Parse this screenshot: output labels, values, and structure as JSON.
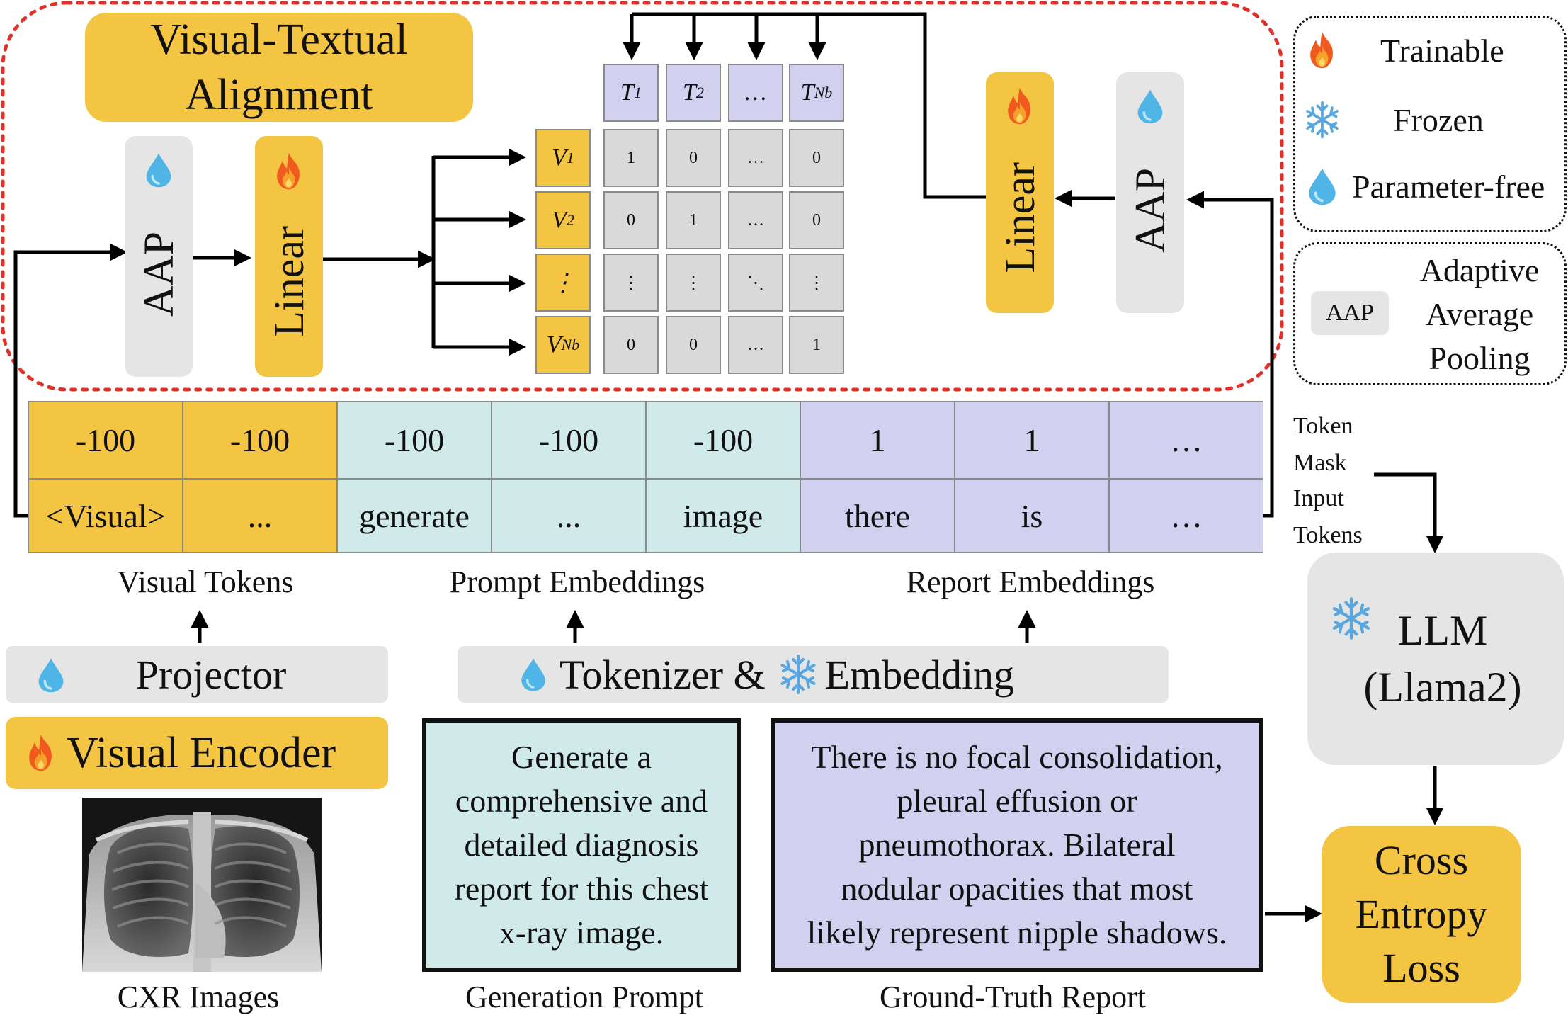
{
  "alignment": {
    "title": "Visual-Textual Alignment",
    "aap_left": "AAP",
    "linear_left": "Linear",
    "linear_right": "Linear",
    "aap_right": "AAP",
    "matrix": {
      "col_headers": [
        "T1",
        "T2",
        "…",
        "TNb"
      ],
      "row_headers": [
        "V1",
        "V2",
        "⋮",
        "VNb"
      ],
      "cells": [
        [
          "1",
          "0",
          "…",
          "0"
        ],
        [
          "0",
          "1",
          "…",
          "0"
        ],
        [
          "⋮",
          "⋮",
          "⋱",
          "⋮"
        ],
        [
          "0",
          "0",
          "…",
          "1"
        ]
      ]
    }
  },
  "legend": {
    "trainable": "Trainable",
    "frozen": "Frozen",
    "parameter_free": "Parameter-free",
    "aap_badge": "AAP",
    "aap_description": [
      "Adaptive",
      "Average",
      "Pooling"
    ]
  },
  "tokens": {
    "mask_row": [
      "-100",
      "-100",
      "-100",
      "-100",
      "-100",
      "1",
      "1",
      "…"
    ],
    "input_row": [
      "<Visual>",
      "...",
      "generate",
      "...",
      "image",
      "there",
      "is",
      "…"
    ],
    "side_labels": [
      "Token",
      "Mask",
      "Input",
      "Tokens"
    ]
  },
  "captions": {
    "visual_tokens": "Visual Tokens",
    "prompt_embeddings": "Prompt Embeddings",
    "report_embeddings": "Report Embeddings",
    "cxr_images": "CXR Images",
    "generation_prompt": "Generation Prompt",
    "ground_truth_report": "Ground-Truth Report"
  },
  "modules": {
    "projector": "Projector",
    "tokenizer": "Tokenizer &",
    "embedding": "Embedding",
    "visual_encoder": "Visual Encoder",
    "llm": [
      "LLM",
      "(Llama2)"
    ],
    "loss": [
      "Cross",
      "Entropy",
      "Loss"
    ]
  },
  "texts": {
    "prompt_lines": [
      "Generate a",
      "comprehensive and",
      "detailed diagnosis",
      "report for this chest",
      "x-ray image."
    ],
    "report_lines": [
      "There is no focal consolidation,",
      "pleural effusion or",
      "pneumothorax. Bilateral",
      "nodular opacities that most",
      "likely represent nipple shadows."
    ]
  },
  "colors": {
    "yellow": "#f4c542",
    "gray": "#e5e5e5",
    "teal": "#cfeae8",
    "lavender": "#d2d0ef",
    "dotted_red": "#e0302a"
  },
  "icons": {
    "trainable": "fire-icon",
    "frozen": "snowflake-icon",
    "parameter_free": "water-drop-icon"
  }
}
